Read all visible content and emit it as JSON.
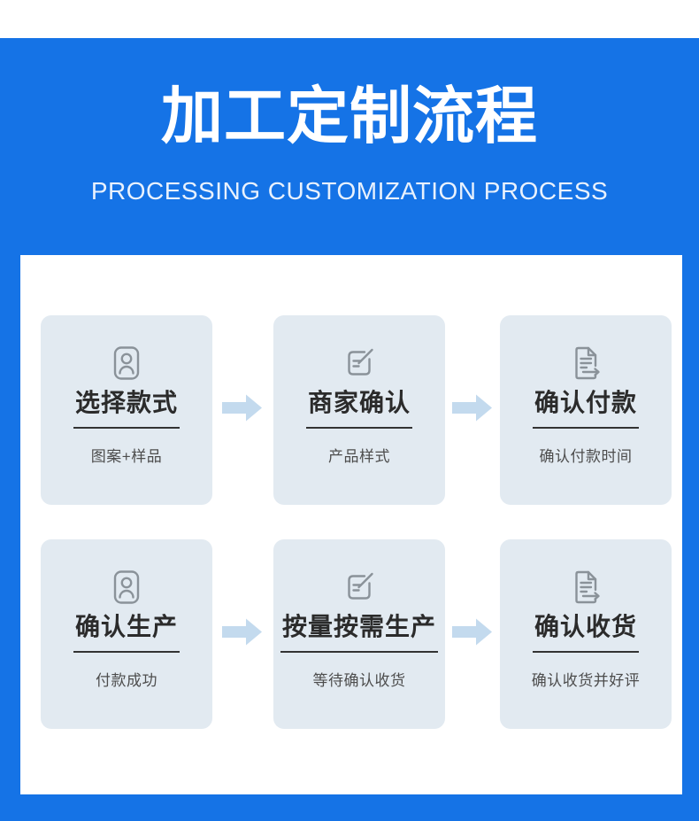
{
  "colors": {
    "banner_blue": "#1573e6",
    "panel_white": "#ffffff",
    "card_bg": "#e2eaf1",
    "arrow_blue": "#c3daee",
    "icon_gray": "#8a9299",
    "title_dark": "#2b2b2b",
    "subtitle_gray": "#4d4d4d"
  },
  "header": {
    "title": "加工定制流程",
    "subtitle": "PROCESSING CUSTOMIZATION PROCESS"
  },
  "steps": [
    {
      "icon": "id-card-icon",
      "title": "选择款式",
      "subtitle": "图案+样品"
    },
    {
      "icon": "edit-icon",
      "title": "商家确认",
      "subtitle": "产品样式"
    },
    {
      "icon": "document-arrow-icon",
      "title": "确认付款",
      "subtitle": "确认付款时间"
    },
    {
      "icon": "id-card-icon",
      "title": "确认生产",
      "subtitle": "付款成功"
    },
    {
      "icon": "edit-icon",
      "title": "按量按需生产",
      "subtitle": "等待确认收货"
    },
    {
      "icon": "document-arrow-icon",
      "title": "确认收货",
      "subtitle": "确认收货并好评"
    }
  ]
}
